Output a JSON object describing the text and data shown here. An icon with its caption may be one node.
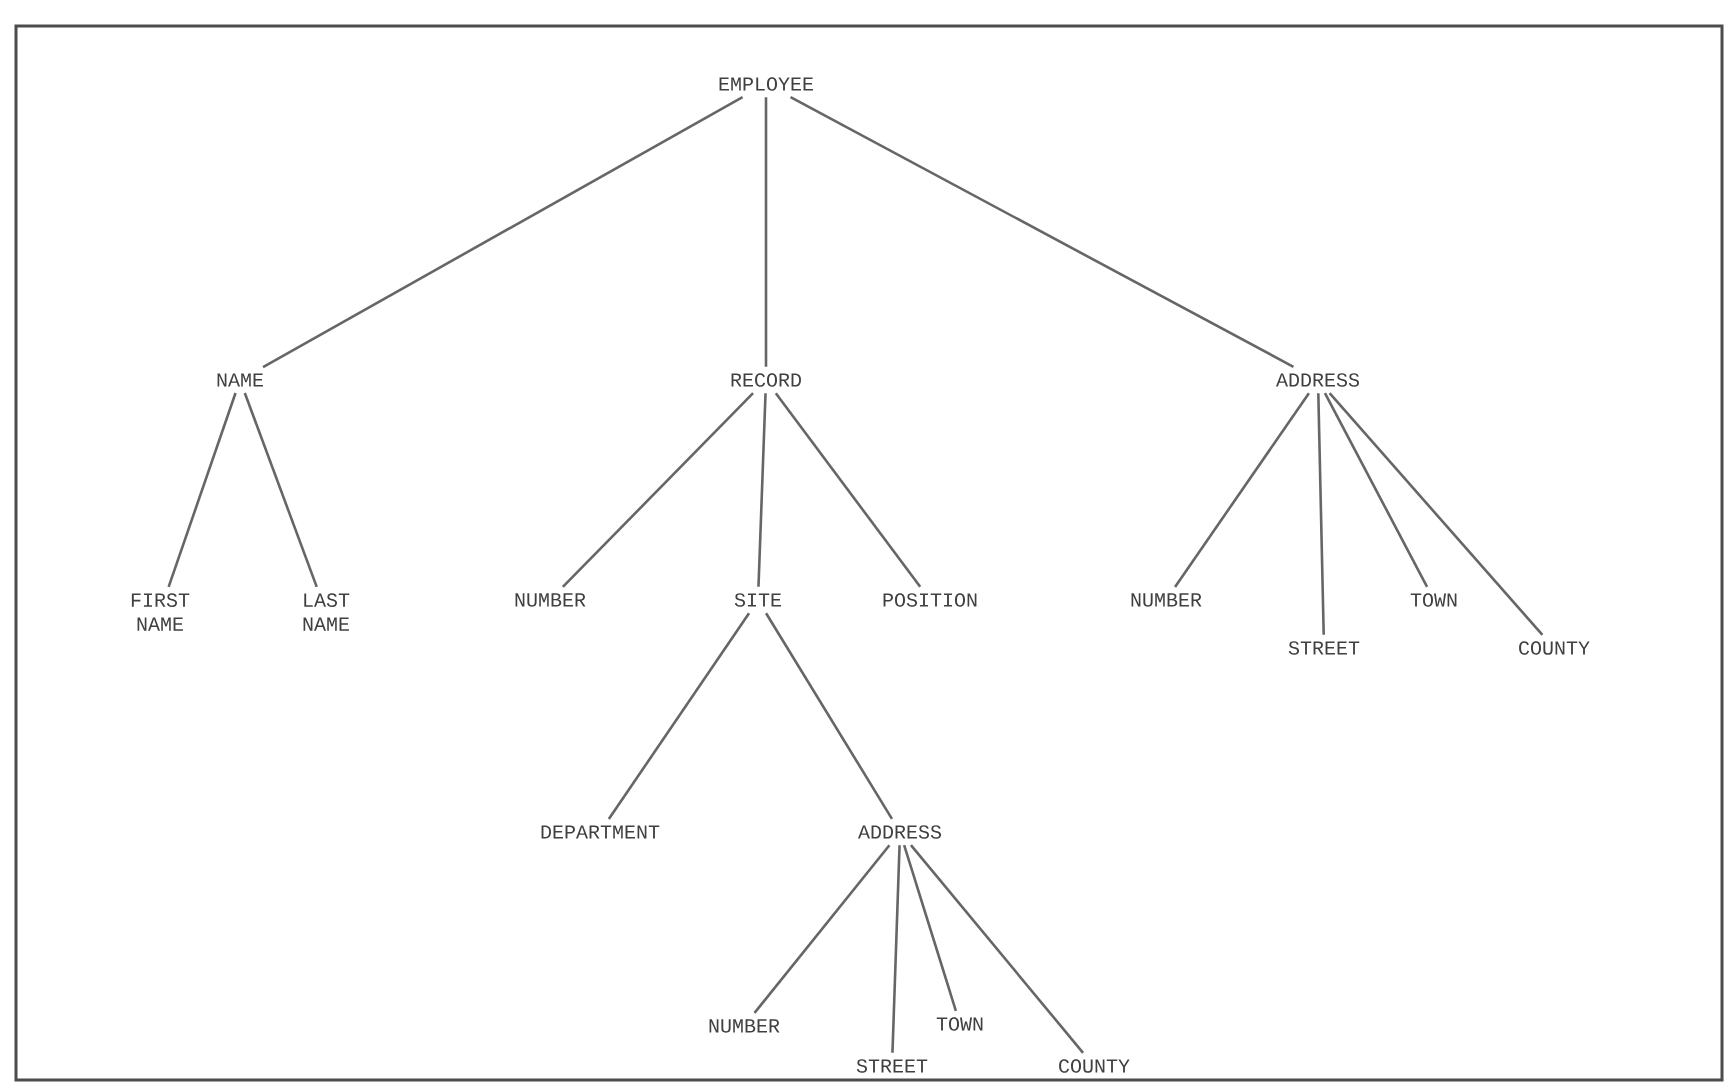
{
  "diagram": {
    "nodes": [
      {
        "text": [
          "EMPLOYEE"
        ]
      },
      {
        "text": [
          "NAME"
        ]
      },
      {
        "text": [
          "RECORD"
        ]
      },
      {
        "text": [
          "ADDRESS"
        ]
      },
      {
        "text": [
          "FIRST NAME"
        ]
      },
      {
        "text": [
          "LAST NAME"
        ]
      },
      {
        "text": [
          "NUMBER"
        ]
      },
      {
        "text": [
          "SITE"
        ]
      },
      {
        "text": [
          "POSITION"
        ]
      },
      {
        "text": [
          "NUMBER"
        ]
      },
      {
        "text": [
          "STREET"
        ]
      },
      {
        "text": [
          "TOWN"
        ]
      },
      {
        "text": [
          "COUNTY"
        ]
      },
      {
        "text": [
          "DEPARTMENT"
        ]
      },
      {
        "text": [
          "ADDRESS"
        ]
      },
      {
        "text": [
          "NUMBER"
        ]
      },
      {
        "text": [
          "STREET"
        ]
      },
      {
        "text": [
          "TOWN"
        ]
      },
      {
        "text": [
          "COUNTY"
        ]
      }
    ],
    "edges": [
      {
        "from": 0,
        "to": 1,
        "arrow": "none"
      },
      {
        "from": 0,
        "to": 2,
        "arrow": "none"
      },
      {
        "from": 0,
        "to": 3,
        "arrow": "none"
      },
      {
        "from": 1,
        "to": 4,
        "arrow": "none"
      },
      {
        "from": 1,
        "to": 5,
        "arrow": "none"
      },
      {
        "from": 2,
        "to": 6,
        "arrow": "none"
      },
      {
        "from": 2,
        "to": 7,
        "arrow": "none"
      },
      {
        "from": 2,
        "to": 8,
        "arrow": "none"
      },
      {
        "from": 3,
        "to": 9,
        "arrow": "none"
      },
      {
        "from": 3,
        "to": 10,
        "arrow": "none"
      },
      {
        "from": 3,
        "to": 11,
        "arrow": "none"
      },
      {
        "from": 3,
        "to": 12,
        "arrow": "none"
      },
      {
        "from": 7,
        "to": 13,
        "arrow": "none"
      },
      {
        "from": 7,
        "to": 14,
        "arrow": "none"
      },
      {
        "from": 14,
        "to": 15,
        "arrow": "none"
      },
      {
        "from": 14,
        "to": 16,
        "arrow": "none"
      },
      {
        "from": 14,
        "to": 17,
        "arrow": "none"
      },
      {
        "from": 14,
        "to": 18,
        "arrow": "none"
      }
    ]
  }
}
